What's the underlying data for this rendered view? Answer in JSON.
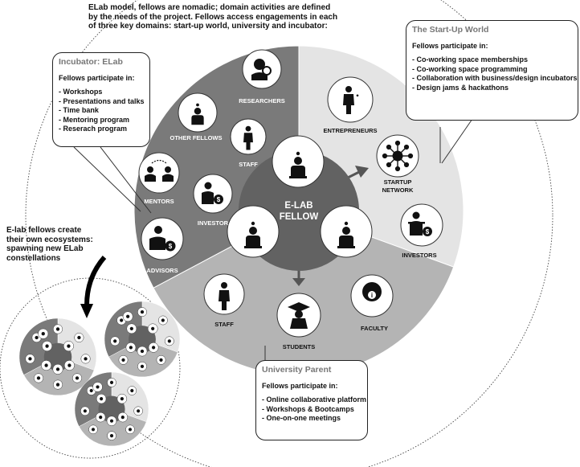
{
  "header": {
    "lines": [
      "ELab model, fellows are nomadic; domain activities are defined",
      "by the needs of the project. Fellows access engagements in each",
      "of three key domains: start-up world, university and incubator:"
    ]
  },
  "ecosystems_note": {
    "lines": [
      "E-lab fellows create",
      "their own ecosystems:",
      "spawning new ELab",
      "constellations"
    ]
  },
  "center": {
    "line1": "E-LAB",
    "line2": "FELLOW"
  },
  "incubator_box": {
    "title": "Incubator: ELab",
    "lead": "Fellows participate in:",
    "items": [
      "Workshops",
      "Presentations and talks",
      "Time bank",
      "Mentoring program",
      "Reserach program"
    ]
  },
  "startup_box": {
    "title": "The Start-Up World",
    "lead": "Fellows participate in:",
    "items": [
      "Co-working space memberships",
      "Co-working space programming",
      "Collaboration with business/design incubators",
      "Design jams & hackathons"
    ]
  },
  "university_box": {
    "title": "University Parent",
    "lead": "Fellows participate in:",
    "items": [
      "Online collaborative platform",
      "Workshops & Bootcamps",
      "One-on-one meetings"
    ]
  },
  "nodes": {
    "researchers": "RESEARCHERS",
    "other_fellows": "OTHER FELLOWS",
    "staff_incubator": "STAFF",
    "mentors": "MENTORS",
    "investor": "INVESTOR",
    "advisors": "ADVISORS",
    "entrepreneurs": "ENTREPRENEURS",
    "startup_network_1": "STARTUP",
    "startup_network_2": "NETWORK",
    "investors": "INVESTORS",
    "staff_university": "STAFF",
    "students": "STUDENTS",
    "faculty": "FACULTY"
  },
  "colors": {
    "incubator": "#7a7a7a",
    "startup": "#e4e4e4",
    "university": "#b4b4b4",
    "center": "#626262",
    "icon_dark": "#1a1a1a"
  }
}
